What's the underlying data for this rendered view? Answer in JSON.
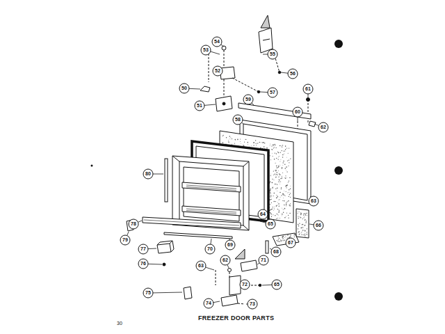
{
  "diagram": {
    "title": "FREEZER DOOR PARTS",
    "labels": [
      "53",
      "54",
      "55",
      "56",
      "52",
      "50",
      "57",
      "51",
      "59",
      "61",
      "60",
      "62",
      "58",
      "80",
      "63",
      "64",
      "65",
      "66",
      "67",
      "68",
      "69",
      "70",
      "79",
      "78",
      "77",
      "76",
      "62",
      "71",
      "63",
      "65",
      "72",
      "75",
      "74",
      "73",
      "30"
    ]
  }
}
